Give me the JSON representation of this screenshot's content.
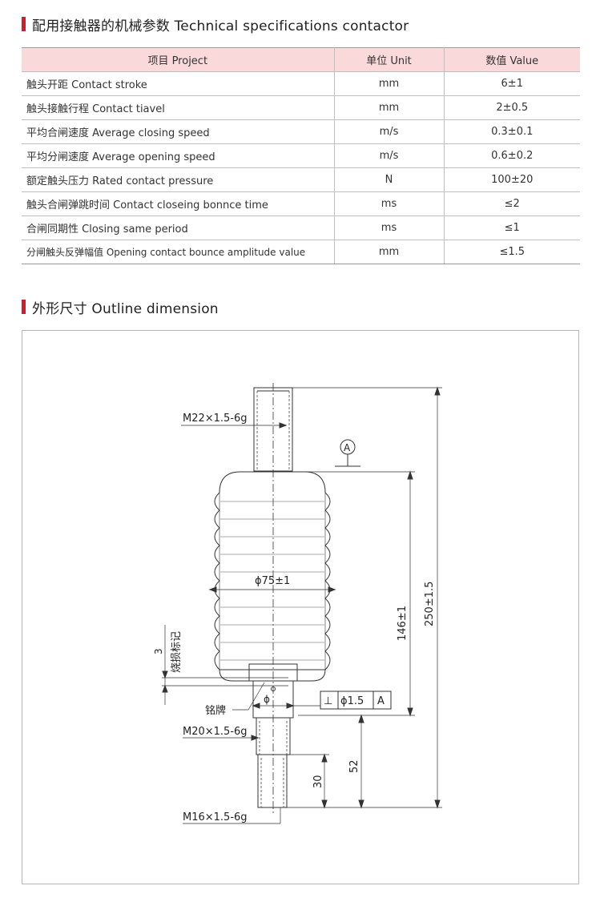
{
  "spec_section": {
    "title": "配用接触器的机械参数 Technical specifications contactor",
    "accent_color": "#cc1f2b",
    "header_color": "#f9d9da",
    "columns": [
      "项目 Project",
      "单位 Unit",
      "数值 Value"
    ],
    "rows": [
      {
        "project": "触头开距 Contact stroke",
        "unit": "mm",
        "value": "6±1"
      },
      {
        "project": "触头接触行程 Contact tiavel",
        "unit": "mm",
        "value": "2±0.5"
      },
      {
        "project": "平均合闸速度 Average closing speed",
        "unit": "m/s",
        "value": "0.3±0.1"
      },
      {
        "project": "平均分闸速度 Average opening speed",
        "unit": "m/s",
        "value": "0.6±0.2"
      },
      {
        "project": "额定触头压力 Rated contact pressure",
        "unit": "N",
        "value": "100±20"
      },
      {
        "project": "触头合闸弹跳时间 Contact closeing bonnce time",
        "unit": "ms",
        "value": "≤2"
      },
      {
        "project": "合闸同期性 Closing same period",
        "unit": "ms",
        "value": "≤1"
      },
      {
        "project": "分闸触头反弹幅值 Opening contact bounce amplitude value",
        "unit": "mm",
        "value": "≤1.5"
      }
    ]
  },
  "outline_section": {
    "title": "外形尺寸 Outline dimension",
    "labels": {
      "top_thread": "M22×1.5-6g",
      "datum": "A",
      "diameter": "ϕ75±1",
      "wear_mark_value": "3",
      "wear_mark_text": "烧损标记",
      "nameplate": "铭牌",
      "phi": "ϕ",
      "tol_symbol": "⊥",
      "tol_value": "ϕ1.5",
      "tol_datum": "A",
      "mid_thread": "M20×1.5-6g",
      "bottom_thread": "M16×1.5-6g",
      "dim_30": "30",
      "dim_52": "52",
      "dim_146": "146±1",
      "dim_250": "250±1.5"
    }
  }
}
